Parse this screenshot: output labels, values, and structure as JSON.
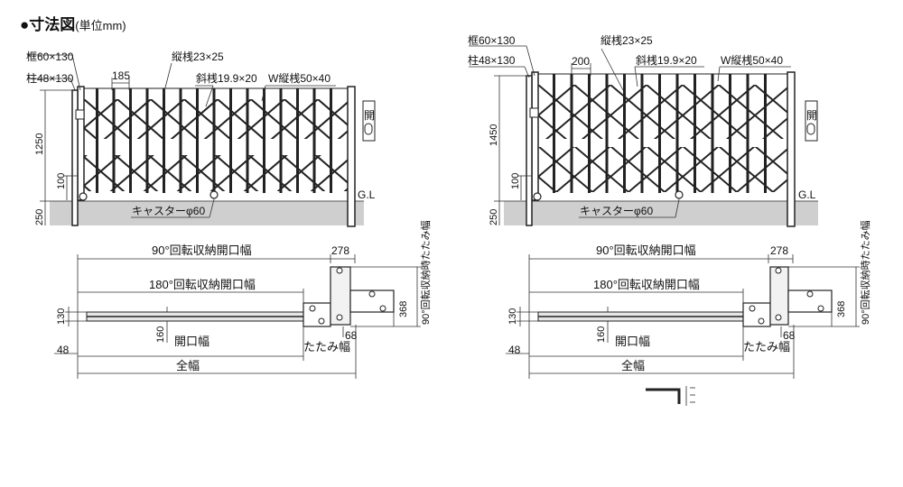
{
  "title": {
    "heading": "●寸法図",
    "unit": "(単位mm)"
  },
  "left_diagram": {
    "frame_label": "框60×130",
    "post_label": "柱48×130",
    "pitch_label": "185",
    "vertical_bar_label": "縦桟23×25",
    "diagonal_bar_label": "斜桟19.9×20",
    "w_vertical_bar_label": "W縦桟50×40",
    "height_label": "1250",
    "lower_height_label": "100",
    "ground_depth_label": "250",
    "caster_label": "キャスターφ60",
    "ground_level_label": "G.L",
    "open_label": "開"
  },
  "right_diagram": {
    "frame_label": "框60×130",
    "post_label": "柱48×130",
    "pitch_label": "200",
    "vertical_bar_label": "縦桟23×25",
    "diagonal_bar_label": "斜桟19.9×20",
    "w_vertical_bar_label": "W縦桟50×40",
    "height_label": "1450",
    "lower_height_label": "100",
    "ground_depth_label": "250",
    "caster_label": "キャスターφ60",
    "ground_level_label": "G.L",
    "open_label": "開"
  },
  "left_plan": {
    "rot90_label": "90°回転収納開口幅",
    "rot180_label": "180°回転収納開口幅",
    "post_width_label": "278",
    "stack_depth_label": "368",
    "folded_rot90_label": "90°回転収納時たたみ幅",
    "depth_label": "130",
    "inner_depth_label": "160",
    "opening_label": "開口幅",
    "folded_label": "たたみ幅",
    "side_label": "68",
    "offset_label": "48",
    "total_label": "全幅"
  },
  "right_plan": {
    "rot90_label": "90°回転収納開口幅",
    "rot180_label": "180°回転収納開口幅",
    "post_width_label": "278",
    "stack_depth_label": "368",
    "folded_rot90_label": "90°回転収納時たたみ幅",
    "depth_label": "130",
    "inner_depth_label": "160",
    "opening_label": "開口幅",
    "folded_label": "たたみ幅",
    "side_label": "68",
    "offset_label": "48",
    "total_label": "全幅"
  }
}
